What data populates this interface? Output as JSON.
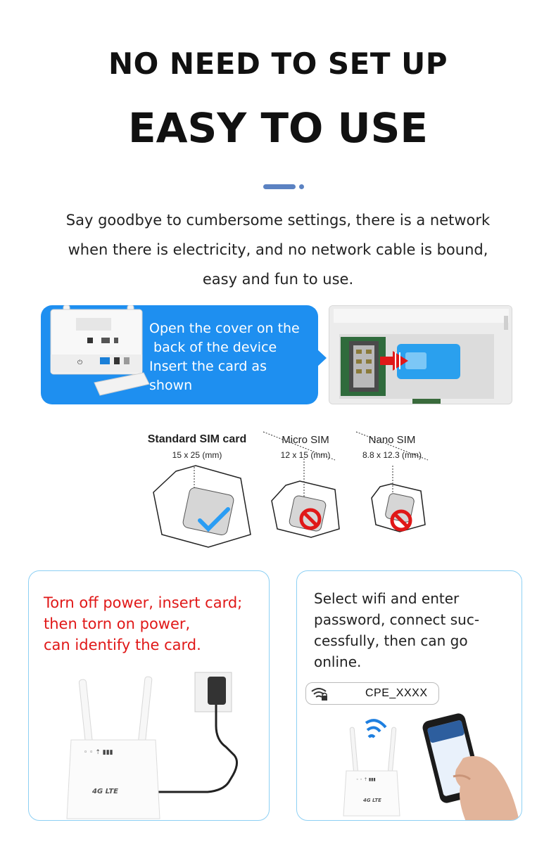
{
  "heading": {
    "line1": "NO NEED TO SET UP",
    "line2": "EASY TO USE"
  },
  "intro": {
    "lines": [
      "Say goodbye to cumbersome settings, there is a network",
      "when there is electricity, and no network cable is bound,",
      "easy and fun to use."
    ]
  },
  "banner": {
    "lines": [
      "Open the cover on the",
      " back of the device",
      "Insert the card as",
      "shown"
    ]
  },
  "sim": {
    "standard": {
      "label": "Standard SIM card",
      "size": "15 x 25 (mm)",
      "status": "check-icon"
    },
    "micro": {
      "label": "Micro SIM",
      "size": "12 x 15 (mm)",
      "status": "prohibited-icon"
    },
    "nano": {
      "label": "Nano SIM",
      "size": "8.8 x 12.3 (mm)",
      "status": "prohibited-icon"
    }
  },
  "step1": {
    "lines": [
      "Torn off power, insert card;",
      "then torn on power,",
      "can identify the card."
    ],
    "router_brand": "4G LTE"
  },
  "step2": {
    "lines": [
      "Select wifi and enter",
      "password, connect suc-",
      "cessfully, then can go",
      "online."
    ],
    "wifi_name": "CPE_XXXX",
    "router_brand": "4G LTE"
  },
  "colors": {
    "accent_blue": "#1e8ff0",
    "divider_blue": "#5b82c2",
    "warning_red": "#e01818",
    "card_border": "#8dd0f4",
    "check_blue": "#2a9df4"
  }
}
